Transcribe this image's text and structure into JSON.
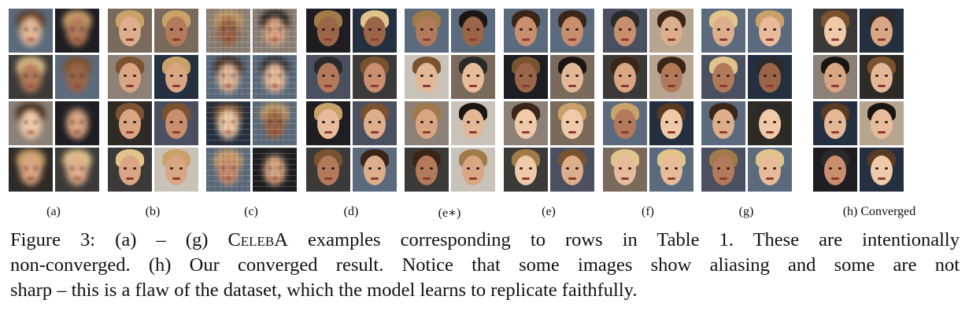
{
  "panels": [
    {
      "label": "(a)"
    },
    {
      "label": "(b)"
    },
    {
      "label": "(c)"
    },
    {
      "label": "(d)"
    },
    {
      "label": "(e∗)"
    },
    {
      "label": "(e)"
    },
    {
      "label": "(f)"
    },
    {
      "label": "(g)"
    },
    {
      "label": "(h) Converged"
    }
  ],
  "caption": {
    "prefix": "Figure 3: (a) – (g) ",
    "dataset": "CelebA",
    "line1_rest": " examples corresponding to rows in Table 1. These are intentionally",
    "line2": "non-converged. (h) Our converged result. Notice that some images show aliasing and some are not",
    "line3": "sharp – this is a flaw of the dataset, which the model learns to replicate faithfully."
  }
}
